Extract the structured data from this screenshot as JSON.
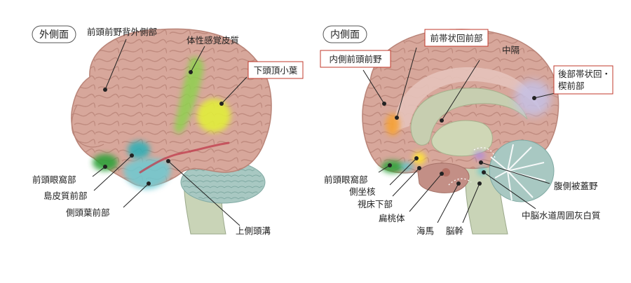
{
  "colors": {
    "cortex": "#d7a79b",
    "cortex_dark": "#c18f84",
    "gray_matter": "#e6c3bb",
    "cerebellum": "#a8c8c2",
    "cerebellum_inner": "#d9ebe7",
    "brainstem": "#c9d4b7",
    "corpus": "#c7ceb0",
    "green": "#66c43f",
    "yellow_green": "#d4e240",
    "cyan": "#5cc7cf",
    "orange": "#f5a33a",
    "yellow": "#ffe23a",
    "purple": "#b18ddb",
    "lavender": "#c5c1e6",
    "sulcus_red": "#c0394b",
    "box_border": "#c0392b"
  },
  "lateral": {
    "title": "外側面",
    "labels": {
      "dlpfc": "前頭前野背外側部",
      "somatosensory": "体性感覚皮質",
      "ipl": "下頭頂小葉",
      "ofc": "前頭眼窩部",
      "insula": "島皮質前部",
      "temporal_pole": "側頭葉前部",
      "sts": "上側頭溝"
    }
  },
  "medial": {
    "title": "内側面",
    "labels": {
      "acc": "前帯状回前部",
      "septum": "中隔",
      "mpfc": "内側前頭前野",
      "pcc_line1": "後部帯状回・",
      "pcc_line2": "楔前部",
      "ofc": "前頭眼窩部",
      "accumbens": "側坐核",
      "hypothalamus": "視床下部",
      "amygdala": "扁桃体",
      "hippocampus": "海馬",
      "brainstem": "脳幹",
      "vta": "腹側被蓋野",
      "pag": "中脳水道周囲灰白質"
    }
  }
}
